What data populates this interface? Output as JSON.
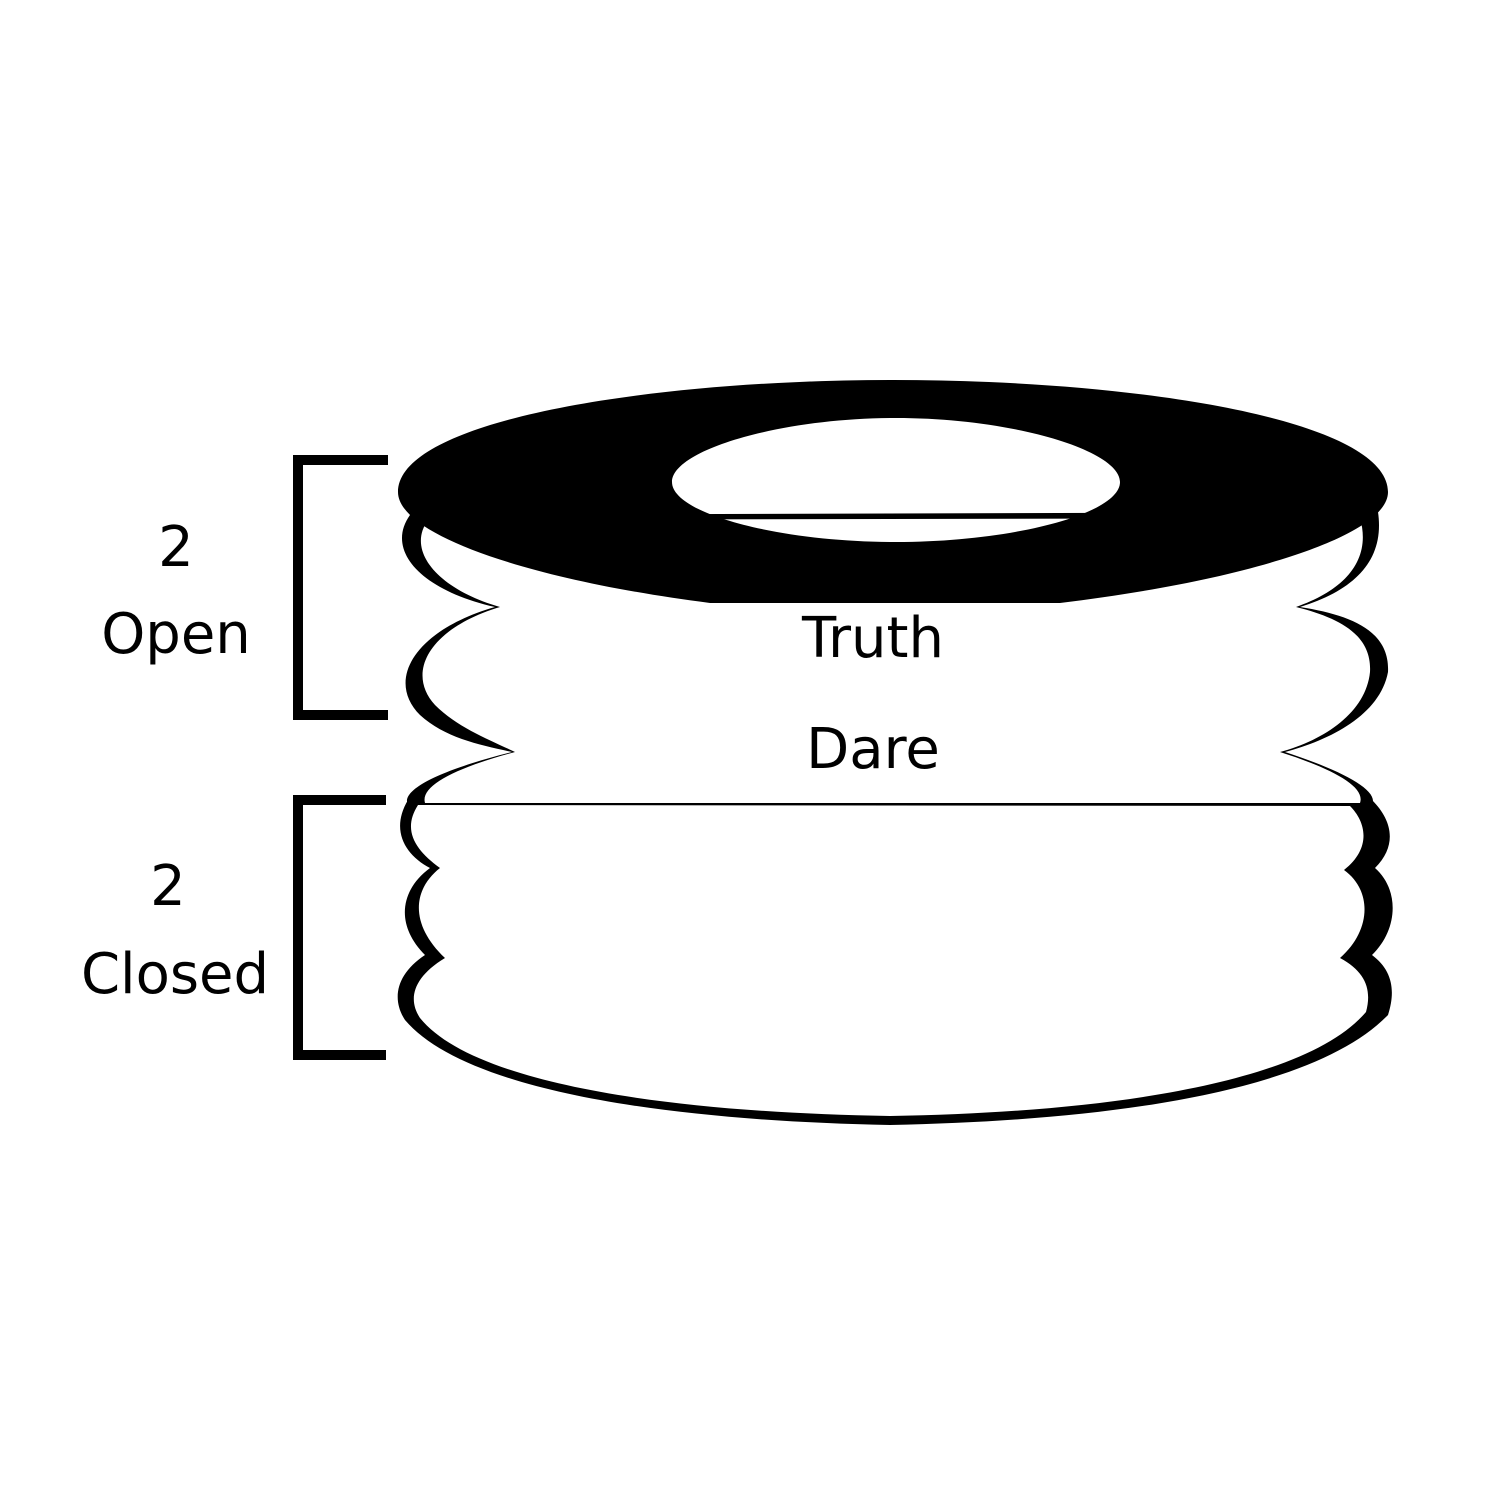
{
  "diagram": {
    "groups": [
      {
        "count": "2",
        "state": "Open"
      },
      {
        "count": "2",
        "state": "Closed"
      }
    ],
    "center_labels": [
      "Truth",
      "Dare"
    ],
    "colors": {
      "ink": "#000000",
      "background": "#ffffff"
    }
  }
}
